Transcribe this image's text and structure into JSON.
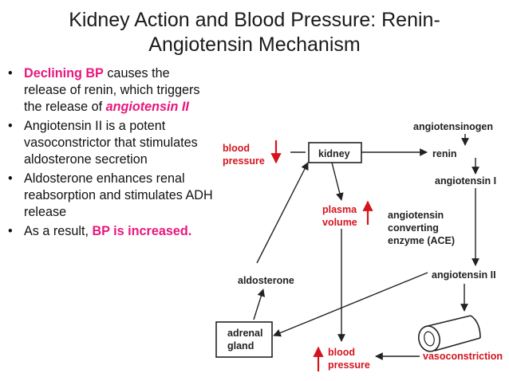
{
  "slide": {
    "title_line1": "Kidney Action and Blood Pressure: Renin-",
    "title_line2": "Angiotensin Mechanism"
  },
  "bullets": [
    {
      "highlight": "Declining BP",
      "text": " causes the release of renin, which triggers the release of ",
      "highlight2": "angiotensin II"
    },
    {
      "text": "Angiotensin II is a potent vasoconstrictor that stimulates aldosterone secretion"
    },
    {
      "text": "Aldosterone enhances renal reabsorption and stimulates ADH release"
    },
    {
      "text": "As a result, ",
      "highlight": "BP is increased."
    }
  ],
  "diagram": {
    "angiotensinogen": "angiotensinogen",
    "renin": "renin",
    "kidney": "kidney",
    "blood_pressure_top_1": "blood",
    "blood_pressure_top_2": "pressure",
    "plasma_volume_1": "plasma",
    "plasma_volume_2": "volume",
    "angiotensin_i": "angiotensin I",
    "ace_1": "angiotensin",
    "ace_2": "converting",
    "ace_3": "enzyme (ACE)",
    "aldosterone": "aldosterone",
    "angiotensin_ii": "angiotensin II",
    "adrenal_1": "adrenal",
    "adrenal_2": "gland",
    "blood_pressure_bottom_1": "blood",
    "blood_pressure_bottom_2": "pressure",
    "vasoconstriction": "vasoconstriction",
    "colors": {
      "red": "#d4141d",
      "pink": "#e8177d",
      "ink": "#222222"
    }
  }
}
